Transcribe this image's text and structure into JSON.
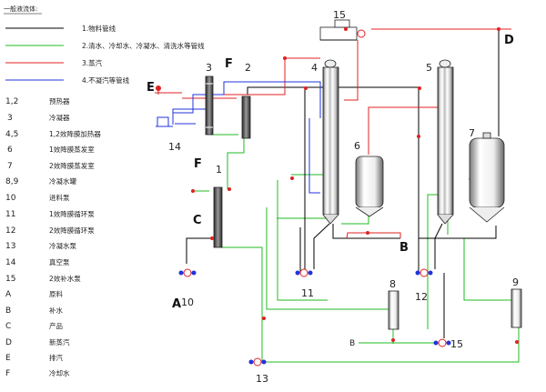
{
  "legend": {
    "header": "一般液流体:",
    "lines": [
      {
        "label": "1.物料管线",
        "color": "#000000"
      },
      {
        "label": "2.清水、冷却水、冷凝水、清洗水等管线",
        "color": "#22bb22"
      },
      {
        "label": "3.蒸汽",
        "color": "#e02020"
      },
      {
        "label": "4.不凝汽等管线",
        "color": "#2233dd"
      }
    ],
    "items": [
      {
        "key": "1,2",
        "text": "预热器"
      },
      {
        "key": "3",
        "text": "冷凝器"
      },
      {
        "key": "4,5",
        "text": "1,2效降膜加热器"
      },
      {
        "key": "6",
        "text": "1效降膜蒸发室"
      },
      {
        "key": "7",
        "text": "2效降膜蒸发室"
      },
      {
        "key": "8,9",
        "text": "冷凝水罐"
      },
      {
        "key": "10",
        "text": "进料泵"
      },
      {
        "key": "11",
        "text": "1效降膜循环泵"
      },
      {
        "key": "12",
        "text": "2效降膜循环泵"
      },
      {
        "key": "13",
        "text": "冷凝水泵"
      },
      {
        "key": "14",
        "text": "真空泵"
      },
      {
        "key": "15",
        "text": "2效补水泵"
      },
      {
        "key": "A",
        "text": "原料"
      },
      {
        "key": "B",
        "text": "补水"
      },
      {
        "key": "C",
        "text": "产品"
      },
      {
        "key": "D",
        "text": "新蒸汽"
      },
      {
        "key": "E",
        "text": "排汽"
      },
      {
        "key": "F",
        "text": "冷却水"
      }
    ]
  },
  "labels": {
    "n1": "1",
    "n2": "2",
    "n3": "3",
    "n4": "4",
    "n5": "5",
    "n6": "6",
    "n7": "7",
    "n8": "8",
    "n9": "9",
    "n10": "10",
    "n11": "11",
    "n12": "12",
    "n13": "13",
    "n14": "14",
    "n15_top": "15",
    "n15_bottom": "15",
    "A": "A",
    "B_mid": "B",
    "B_left": "B",
    "C": "C",
    "D": "D",
    "E": "E",
    "F_top": "F",
    "F_bottom": "F"
  },
  "colors": {
    "material": "#000000",
    "water": "#22bb22",
    "steam": "#e02020",
    "vent": "#2233dd",
    "equipment": "#333333"
  }
}
